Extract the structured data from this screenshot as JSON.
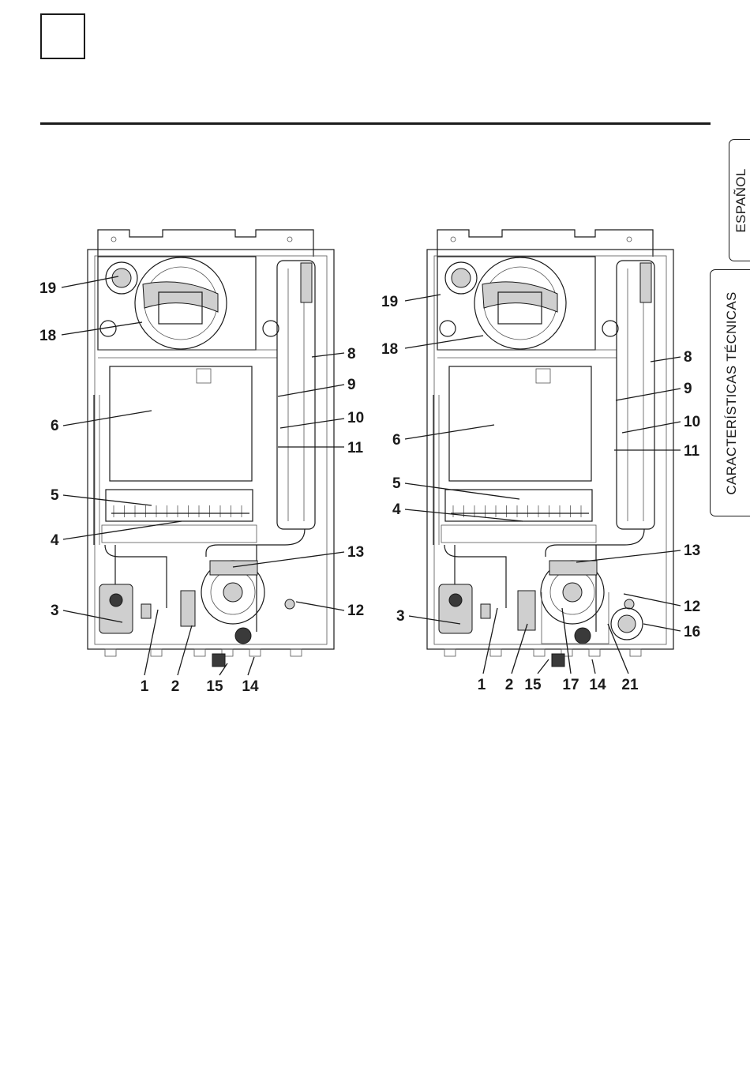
{
  "side_tabs": {
    "language": "ESPAÑOL",
    "section": "CARACTERÍSTICAS TÉCNICAS"
  },
  "diagrams": [
    {
      "name": "boiler-left",
      "callouts": [
        "19",
        "18",
        "8",
        "9",
        "6",
        "10",
        "11",
        "5",
        "4",
        "13",
        "3",
        "12",
        "1",
        "2",
        "15",
        "14"
      ]
    },
    {
      "name": "boiler-right",
      "callouts": [
        "19",
        "18",
        "8",
        "9",
        "6",
        "10",
        "11",
        "5",
        "4",
        "13",
        "3",
        "12",
        "16",
        "1",
        "2",
        "15",
        "17",
        "14",
        "21"
      ]
    }
  ],
  "colors": {
    "ink": "#1a1a1a",
    "paper": "#ffffff"
  }
}
